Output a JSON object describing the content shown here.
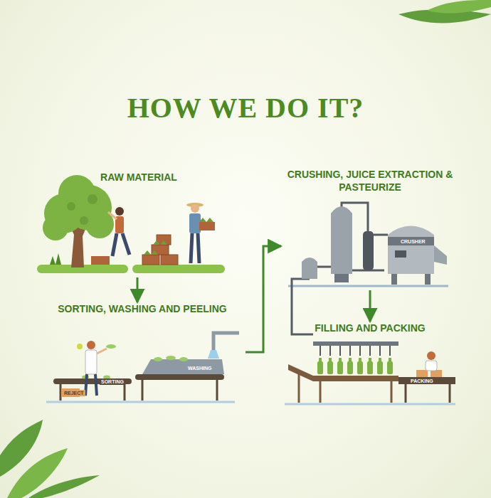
{
  "diagram": {
    "title": "HOW WE DO IT?",
    "nodes": [
      {
        "text": [
          "RAW MATERIAL"
        ]
      },
      {
        "text": [
          "SORTING, WASHING AND PEELING"
        ]
      },
      {
        "text": [
          "CRUSHING, JUICE EXTRACTION & PASTEURIZE"
        ]
      },
      {
        "text": [
          "FILLING AND PACKING"
        ]
      }
    ],
    "edges": [
      {
        "from": 0,
        "to": 1,
        "arrow": "to"
      },
      {
        "from": 1,
        "to": 2,
        "arrow": "to"
      },
      {
        "from": 2,
        "to": 3,
        "arrow": "to"
      }
    ],
    "labels": [
      "REJECT",
      "SORTING",
      "WASHING",
      "CRUSHER",
      "PACKING"
    ]
  }
}
